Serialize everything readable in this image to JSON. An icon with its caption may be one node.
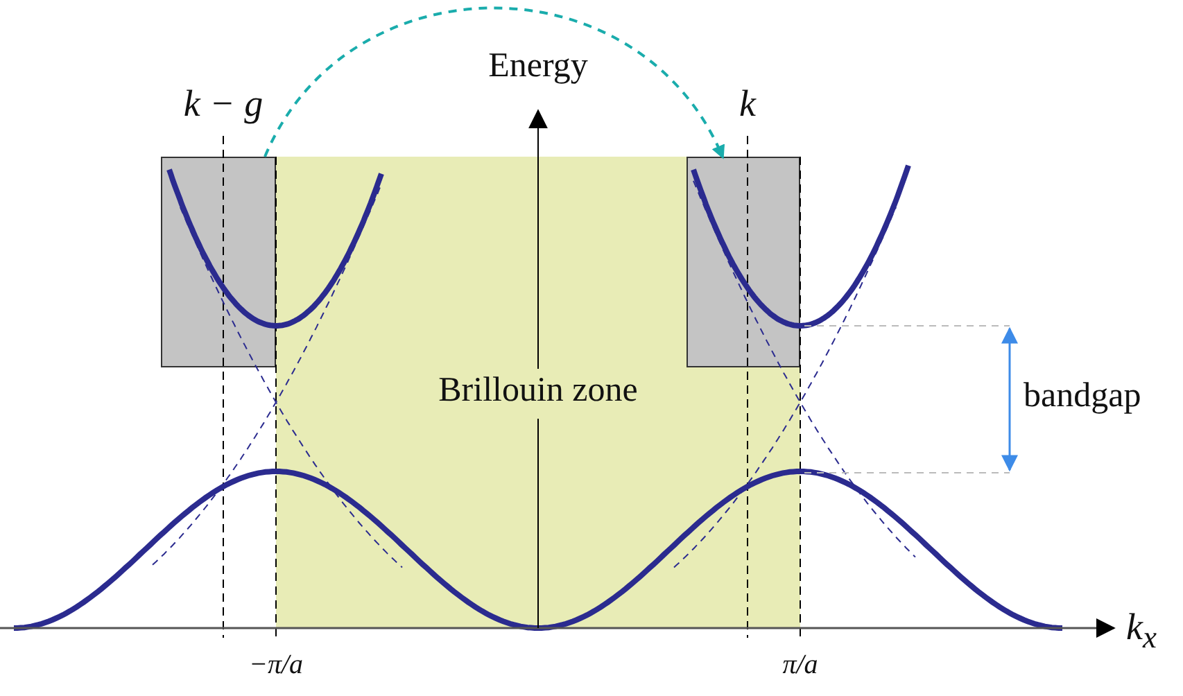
{
  "diagram": {
    "nodes": [
      {
        "text": [],
        "shape": "box"
      },
      {
        "text": [
          "Brillouin zone"
        ]
      },
      {
        "text": [],
        "shape": "box",
        "in": 1
      }
    ],
    "edges": [
      {
        "from": 0,
        "to": 2,
        "arrow": "to",
        "style": "dashed",
        "color": "#1aacac"
      }
    ],
    "labels": [
      "k − g",
      "Energy",
      "k",
      "bandgap",
      "k$_{x}$",
      "−π/a",
      "π/a"
    ]
  }
}
